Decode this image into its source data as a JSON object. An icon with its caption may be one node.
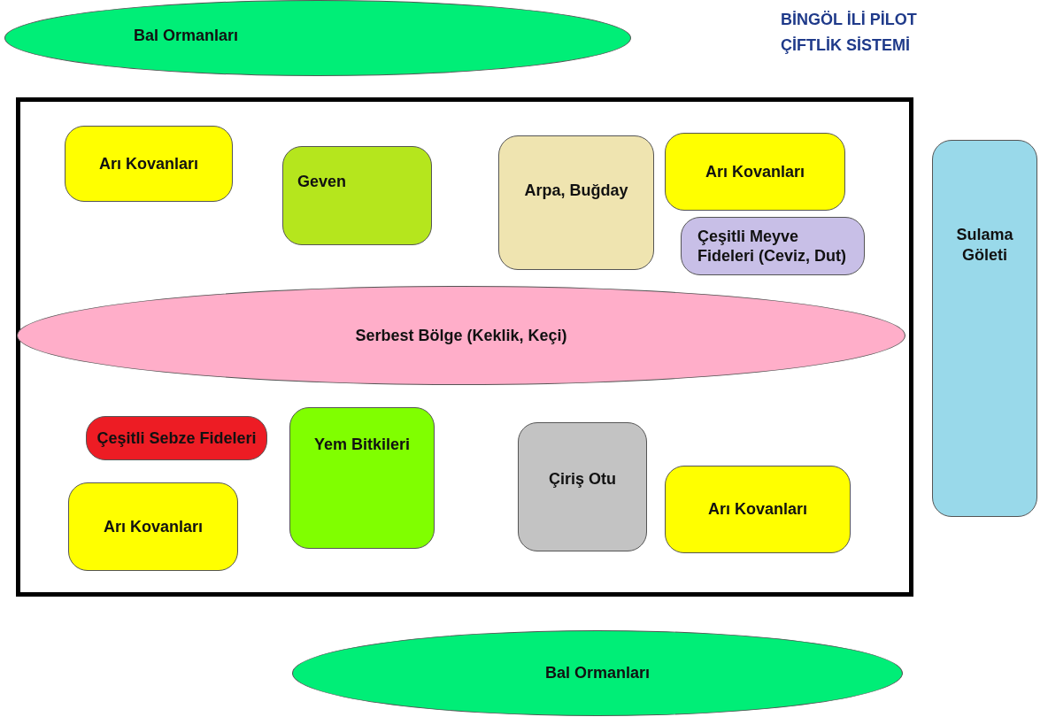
{
  "diagram": {
    "title": "BİNGÖL İLİ PİLOT ÇİFTLİK SİSTEMİ",
    "nodes": [
      {
        "text": [
          "Bal Ormanları"
        ]
      },
      {
        "text": [],
        "shape": "box"
      },
      {
        "text": [
          "Arı Kovanları"
        ],
        "in": 1
      },
      {
        "text": [
          "Geven"
        ],
        "in": 1
      },
      {
        "text": [
          "Arpa, Buğday"
        ],
        "in": 1
      },
      {
        "text": [
          "Arı Kovanları"
        ],
        "in": 1
      },
      {
        "text": [
          "Çeşitli Meyve Fideleri (Ceviz, Dut)"
        ],
        "in": 1
      },
      {
        "text": [
          "Serbest Bölge (Keklik, Keçi)"
        ],
        "in": 1
      },
      {
        "text": [
          "Çeşitli Sebze Fideleri"
        ],
        "in": 1
      },
      {
        "text": [
          "Yem Bitkileri"
        ],
        "in": 1
      },
      {
        "text": [
          "Çiriş Otu"
        ],
        "in": 1
      },
      {
        "text": [
          "Arı Kovanları"
        ],
        "in": 1
      },
      {
        "text": [
          "Arı Kovanları"
        ],
        "in": 1
      },
      {
        "text": [
          "Sulama Göleti"
        ]
      },
      {
        "text": [
          "Bal Ormanları"
        ]
      }
    ],
    "edges": []
  }
}
